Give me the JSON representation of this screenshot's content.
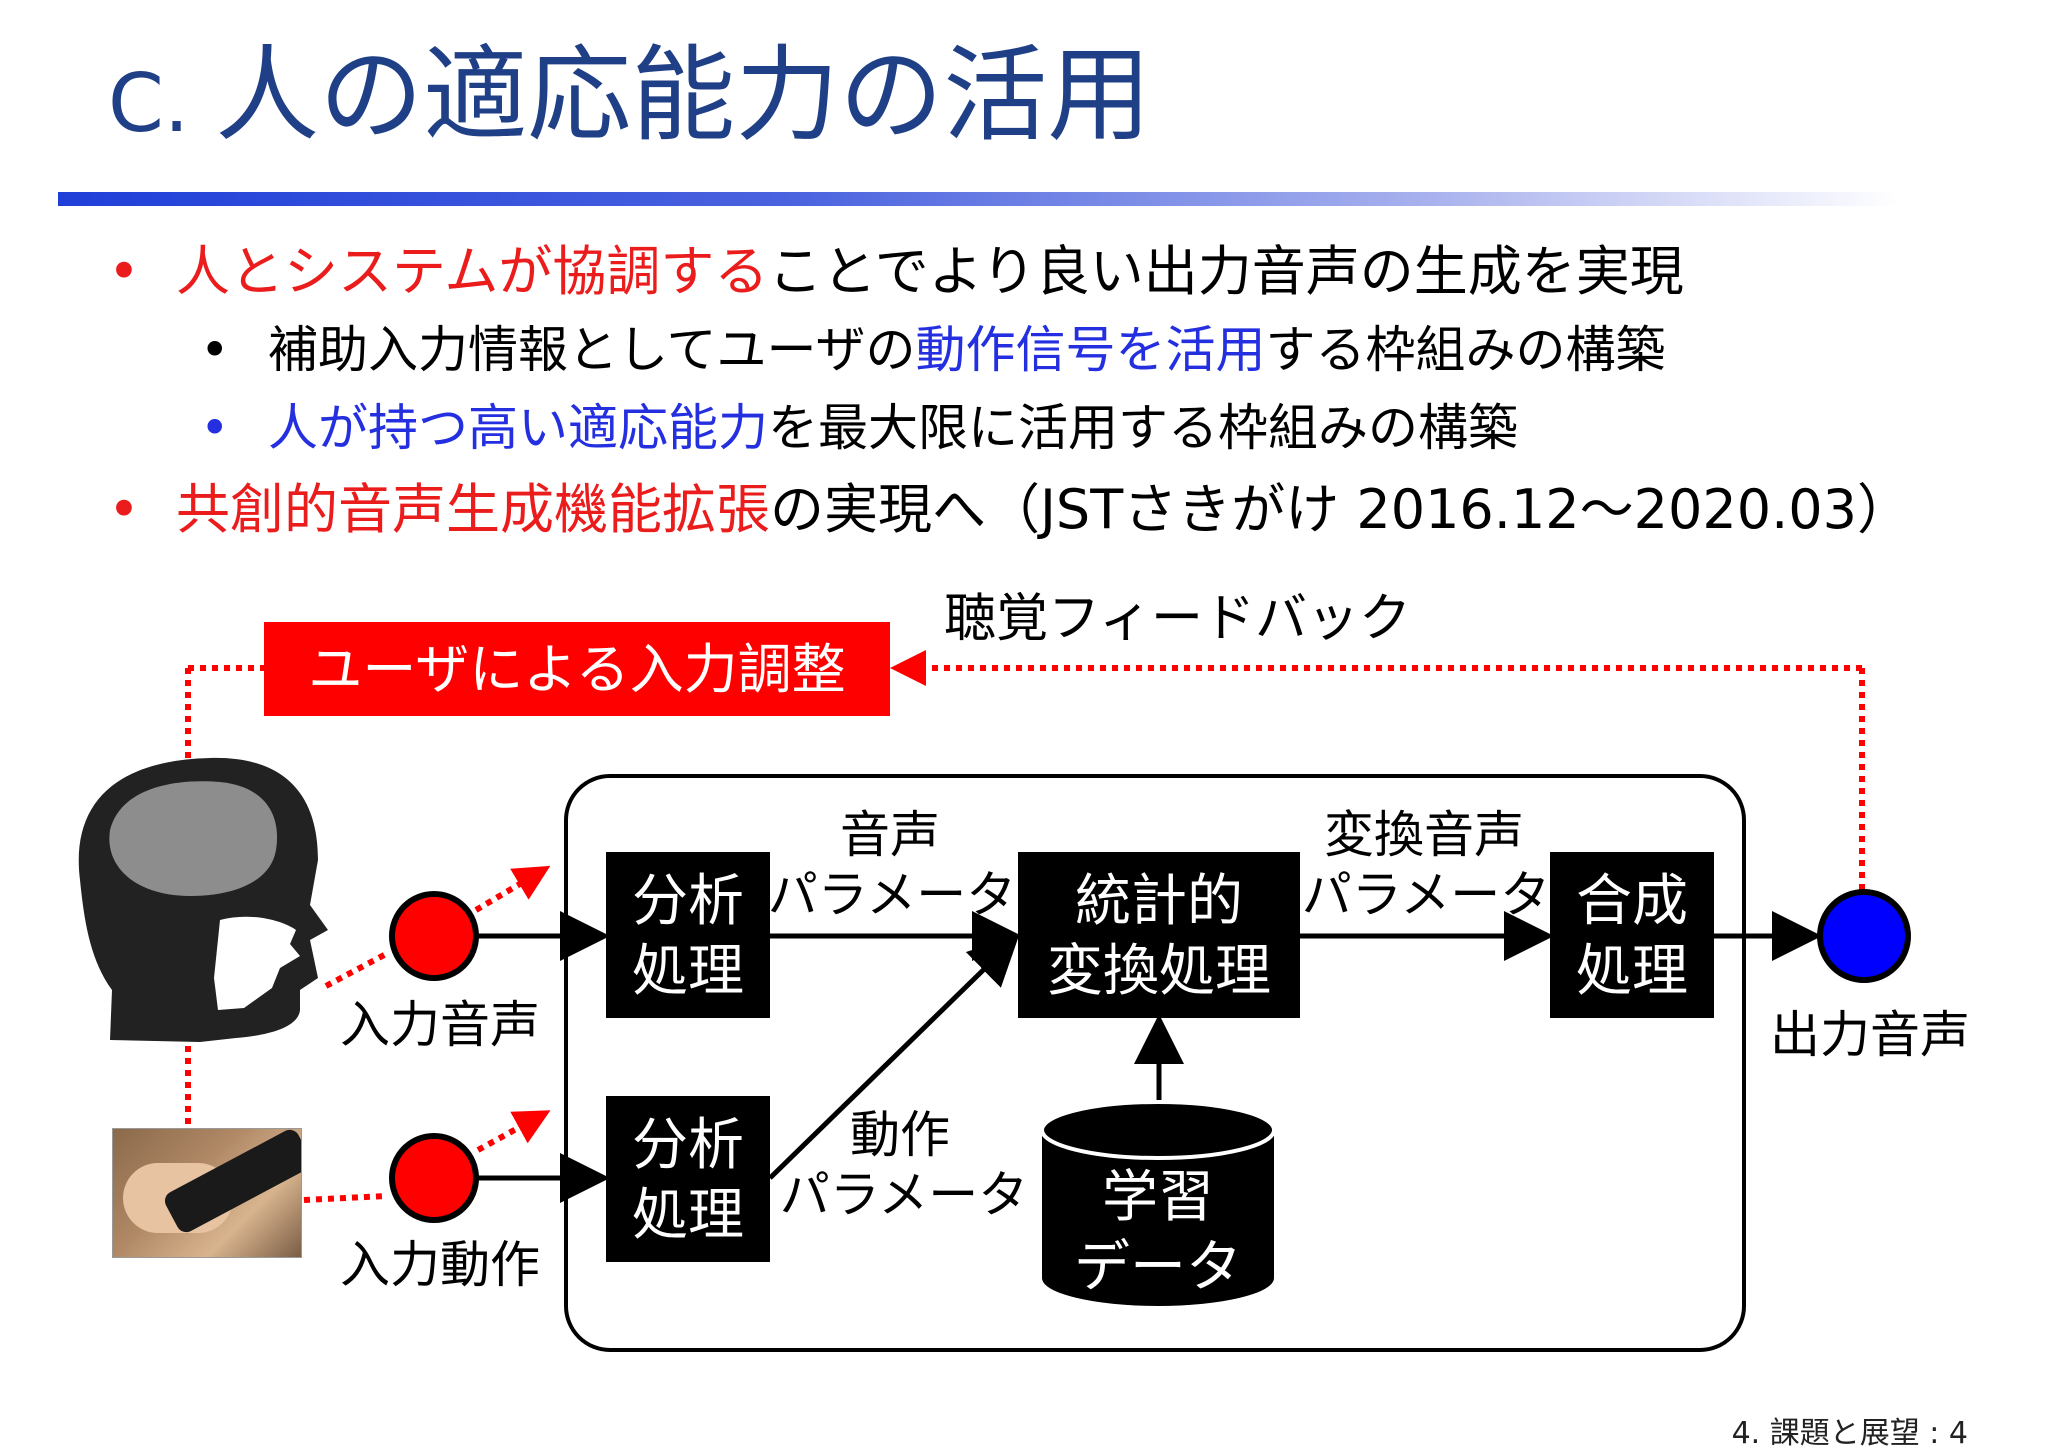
{
  "title": {
    "prefix": "C.",
    "text": "人の適応能力の活用"
  },
  "bullets": [
    {
      "marker": "•",
      "red": "人とシステムが協調する",
      "rest": "ことでより良い出力音声の生成を実現"
    },
    {
      "marker": "•",
      "pre": "補助入力情報としてユーザの",
      "blue": "動作信号を活用",
      "rest": "する枠組みの構築"
    },
    {
      "marker": "•",
      "blue": "人が持つ高い適応能力",
      "rest": "を最大限に活用する枠組みの構築"
    },
    {
      "marker": "•",
      "red": "共創的音声生成機能拡張",
      "rest": "の実現へ（JSTさきがけ 2016.12〜2020.03）"
    }
  ],
  "diagram": {
    "feedback_label": "聴覚フィードバック",
    "user_adjust": "ユーザによる入力調整",
    "input_voice": "入力音声",
    "input_motion": "入力動作",
    "output_voice": "出力音声",
    "analysis_top": [
      "分析",
      "処理"
    ],
    "analysis_bottom": [
      "分析",
      "処理"
    ],
    "stat_conversion": [
      "統計的",
      "変換処理"
    ],
    "synthesis": [
      "合成",
      "処理"
    ],
    "training_data": [
      "学習",
      "データ"
    ],
    "voice_params": [
      "音声",
      "パラメータ"
    ],
    "converted_params": [
      "変換音声",
      "パラメータ"
    ],
    "motion_params": [
      "動作",
      "パラメータ"
    ]
  },
  "colors": {
    "title": "#1f3f86",
    "red": "#ea1c1c",
    "blue": "#2430e0",
    "input_node": "#ff0000",
    "output_node": "#0000ff"
  },
  "footer": "4. 課題と展望 : 4"
}
